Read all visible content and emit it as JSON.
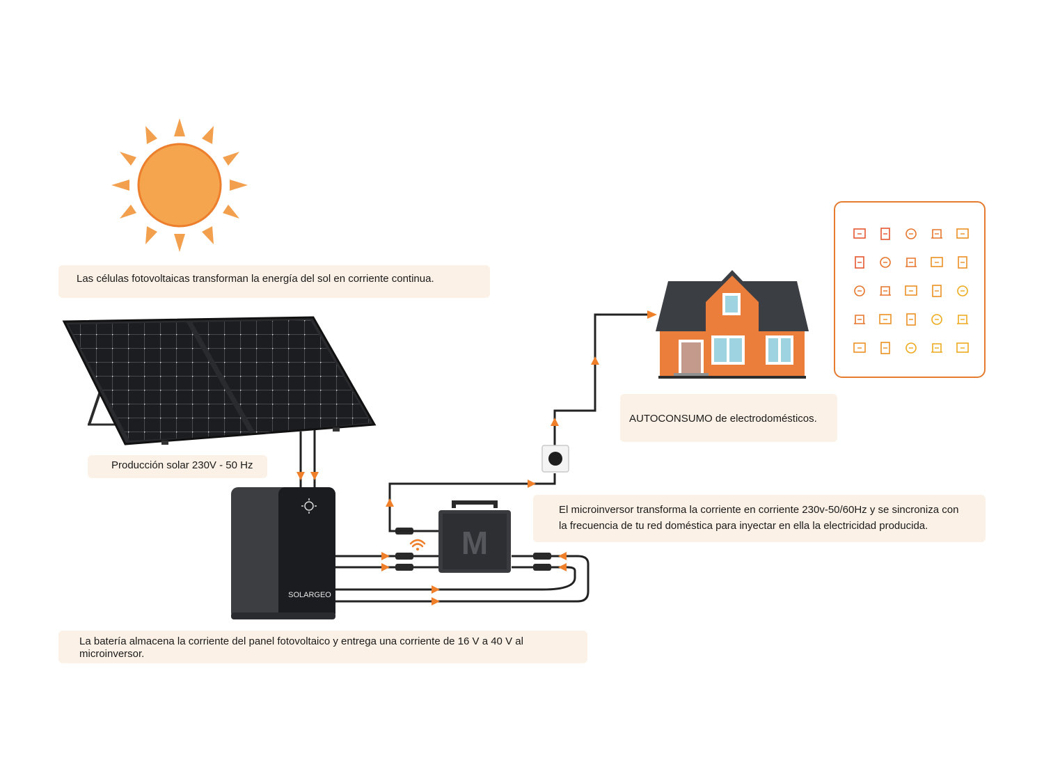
{
  "captions": {
    "sun": "Las células fotovoltaicas transforman la energía del sol en corriente continua.",
    "solar_production": "Producción solar 230V - 50 Hz",
    "autoconsumo": "AUTOCONSUMO de electrodomésticos.",
    "microinverter_line1": "El microinversor transforma la corriente en corriente 230v-50/60Hz y se sincroniza con",
    "microinverter_line2": "la frecuencia de tu red doméstica para inyectar en ella la electricidad producida.",
    "battery_line1": "La batería almacena la corriente del panel fotovoltaico y entrega una corriente de 16 V a 40 V al",
    "battery_line2": "microinversor."
  },
  "battery_brand": "SOLARGEO",
  "colors": {
    "accent": "#f2a04e",
    "arrow": "#f07f2a",
    "caption_bg": "#fbf1e6",
    "house_wall": "#ec7e3b",
    "roof": "#3b3f44",
    "panel": "#1f2023"
  },
  "appliance_icons": [
    "air-conditioner-icon",
    "speaker-icon",
    "water-dispenser-icon",
    "heater-icon",
    "remote-icon",
    "router-icon",
    "toaster-icon",
    "microwave-icon",
    "fan-icon",
    "washing-drum-icon",
    "rice-cooker-icon",
    "lamp-icon",
    "oven-icon",
    "fridge-icon",
    "tv-icon",
    "phone-icon",
    "treadmill-icon",
    "ac-unit-icon",
    "iron-icon",
    "coffee-machine-icon",
    "curtain-icon",
    "washer-icon",
    "dishwasher-icon",
    "blender-icon",
    "panel-icon"
  ]
}
